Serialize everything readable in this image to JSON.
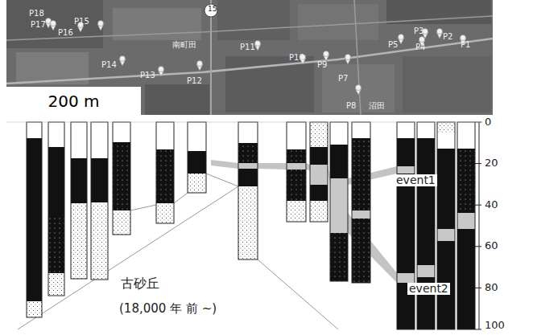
{
  "diagram": {
    "nodes": [
      {
        "text": [
          "200 m"
        ]
      }
    ],
    "labels": [
      "15",
      "P18",
      "P17",
      "P16",
      "P15",
      "南町田",
      "P14",
      "P13",
      "P12",
      "P11",
      "P10",
      "P9",
      "P7",
      "P8",
      "沼田",
      "P5",
      "P3",
      "P4",
      "P2",
      "P1",
      "0",
      "20",
      "40",
      "60",
      "80",
      "100",
      "event1",
      "event2",
      "古砂丘",
      "(18,000 年 前 ~)"
    ]
  }
}
